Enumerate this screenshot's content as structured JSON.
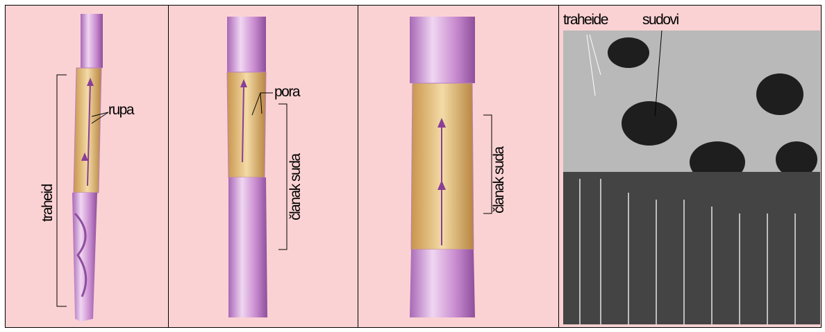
{
  "panels": [
    {
      "labels": {
        "rupa": "rupa",
        "traheid": "traheid"
      }
    },
    {
      "labels": {
        "pora": "pora",
        "clanak": "članak suda"
      }
    },
    {
      "labels": {
        "clanak": "članak suda"
      }
    },
    {
      "labels": {
        "traheide": "traheide",
        "sudovi": "sudovi"
      }
    }
  ],
  "colors": {
    "panel_bg": "#fbd2d3",
    "cell_wall": "#c98ccf",
    "cell_interior": "#e6c07e",
    "arrow": "#8a3e95",
    "micrograph_dark": "#2b2b2b",
    "micrograph_light": "#d8d8d8"
  }
}
